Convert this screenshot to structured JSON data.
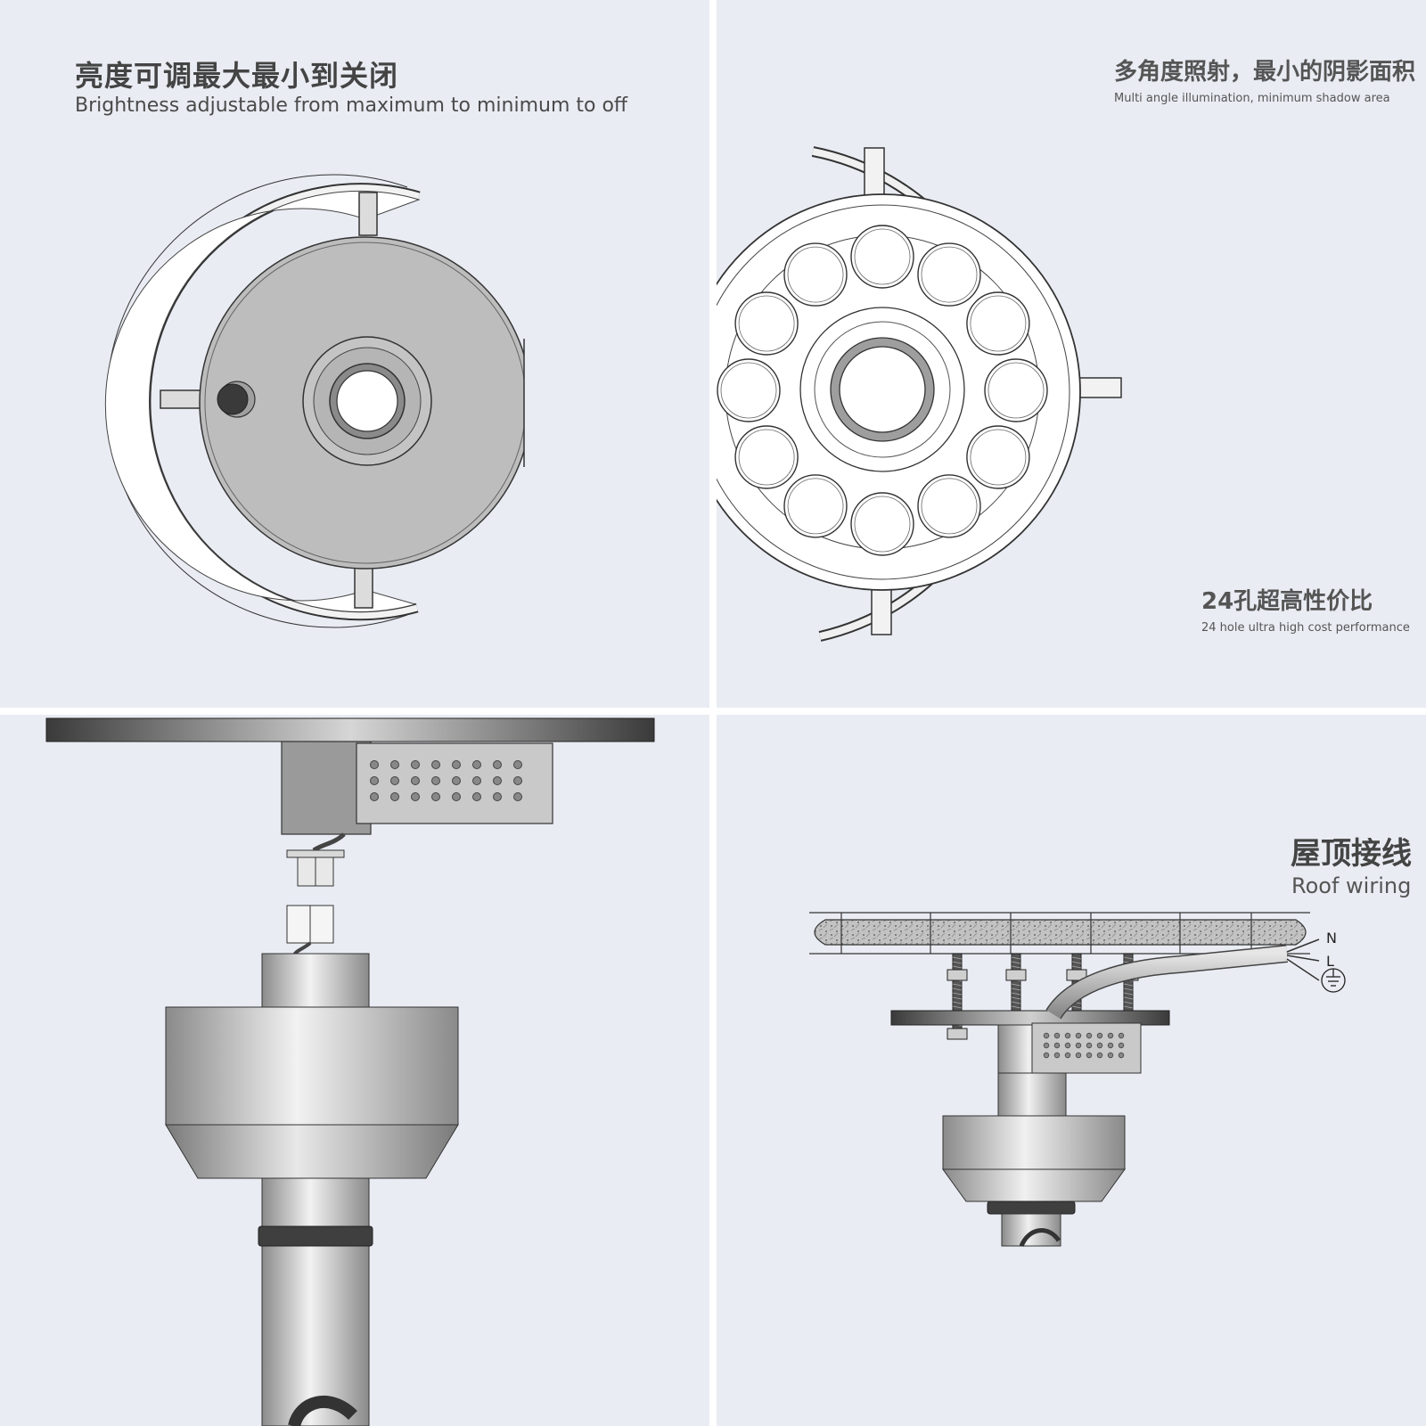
{
  "panels": {
    "brightness": {
      "title_zh": "亮度可调最大最小到关闭",
      "title_en": "Brightness adjustable from maximum to minimum to off"
    },
    "multi_angle": {
      "title_zh": "多角度照射，最小的阴影面积",
      "title_en": "Multi angle illumination, minimum shadow area",
      "sub_title_zh": "24孔超高性价比",
      "sub_title_en": "24 hole ultra high cost performance"
    },
    "mount": {},
    "roof_wiring": {
      "title_zh": "屋顶接线",
      "title_en": "Roof wiring",
      "wire_labels": {
        "neutral": "N",
        "live": "L"
      }
    }
  }
}
